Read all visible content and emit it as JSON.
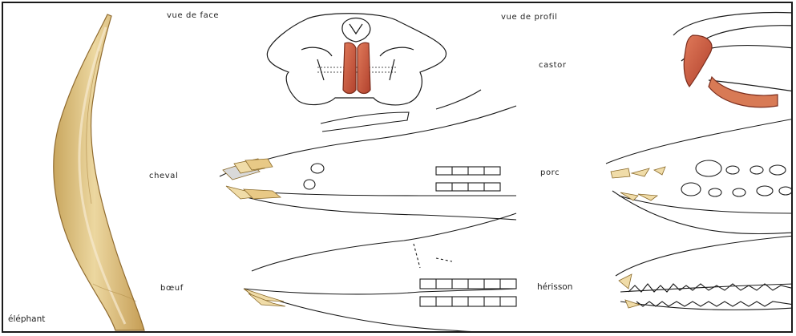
{
  "labels": {
    "front_view": "vue de face",
    "profile_view": "vue de profil",
    "elephant": "éléphant",
    "beaver": "castor",
    "horse": "cheval",
    "pig": "porc",
    "ox": "bœuf",
    "hedgehog": "hérisson"
  },
  "colors": {
    "tusk_fill": "#e2c98a",
    "tusk_shade": "#c9a75f",
    "incisor_red": "#c8553c",
    "incisor_orange": "#d98a4f",
    "tooth_cream": "#f0dca8",
    "line": "#1a1a1a"
  }
}
